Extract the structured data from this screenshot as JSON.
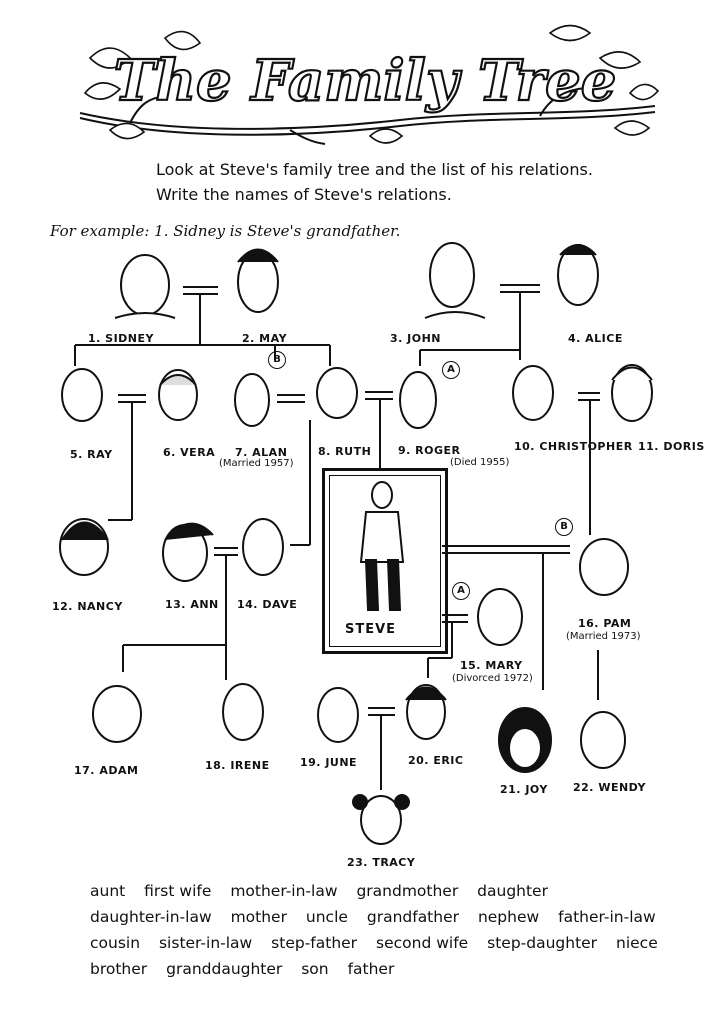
{
  "title": "The Family Tree",
  "instructions": [
    "Look at Steve's family tree and the list of his relations.",
    "Write the names of Steve's relations."
  ],
  "example": "For example: 1. Sidney is Steve's grandfather.",
  "people": {
    "sidney": "1. SIDNEY",
    "may": "2. MAY",
    "john": "3. JOHN",
    "alice": "4. ALICE",
    "ray": "5. RAY",
    "vera": "6. VERA",
    "alan": "7. ALAN",
    "alan_note": "(Married 1957)",
    "ruth": "8. RUTH",
    "roger": "9. ROGER",
    "roger_note": "(Died 1955)",
    "christopher": "10. CHRISTOPHER",
    "doris": "11. DORIS",
    "nancy": "12. NANCY",
    "ann": "13. ANN",
    "dave": "14. DAVE",
    "steve": "STEVE",
    "mary": "15. MARY",
    "mary_note": "(Divorced 1972)",
    "pam": "16. PAM",
    "pam_note": "(Married 1973)",
    "adam": "17. ADAM",
    "irene": "18. IRENE",
    "june": "19. JUNE",
    "eric": "20. ERIC",
    "joy": "21. JOY",
    "wendy": "22. WENDY",
    "tracy": "23. TRACY"
  },
  "badges": {
    "a": "A",
    "b": "B"
  },
  "word_bank": [
    "aunt",
    "first wife",
    "mother-in-law",
    "grandmother",
    "daughter",
    "daughter-in-law",
    "mother",
    "uncle",
    "grandfather",
    "nephew",
    "father-in-law",
    "cousin",
    "sister-in-law",
    "step-father",
    "second wife",
    "step-daughter",
    "niece",
    "brother",
    "granddaughter",
    "son",
    "father"
  ]
}
